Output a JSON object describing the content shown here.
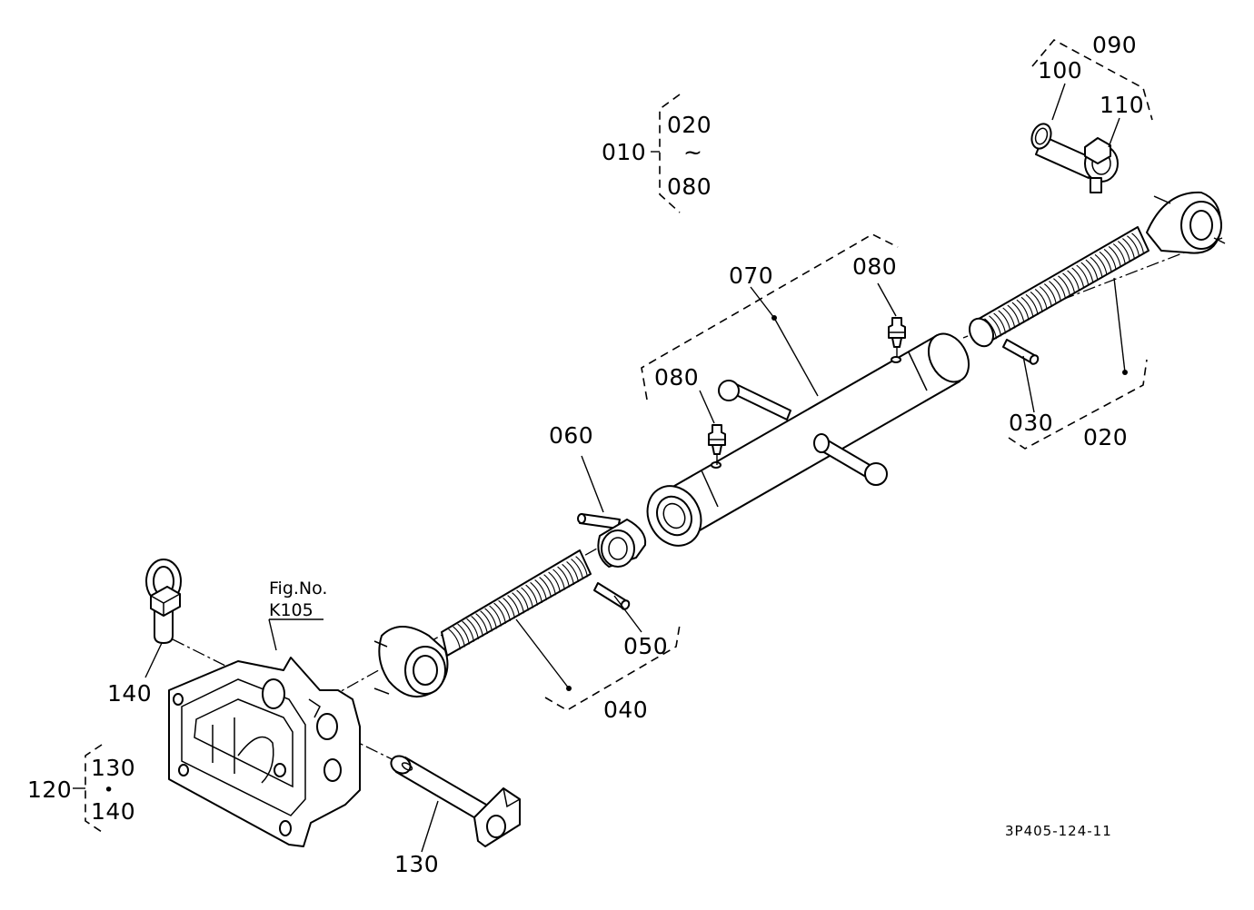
{
  "labels": {
    "l010": "010",
    "l020a": "020",
    "l020b": "020",
    "l030": "030",
    "l040": "040",
    "l050": "050",
    "l060": "060",
    "l070": "070",
    "l080a": "080",
    "l080b": "080",
    "l080c": "080",
    "l090": "090",
    "l100": "100",
    "l110": "110",
    "l120": "120",
    "l130a": "130",
    "l130b": "130",
    "l140a": "140",
    "l140b": "140",
    "tilde": "~",
    "dot": "•",
    "fig_no": "Fig.No.",
    "fig_ref": "K105",
    "drawing_code": "3P405-124-11"
  }
}
